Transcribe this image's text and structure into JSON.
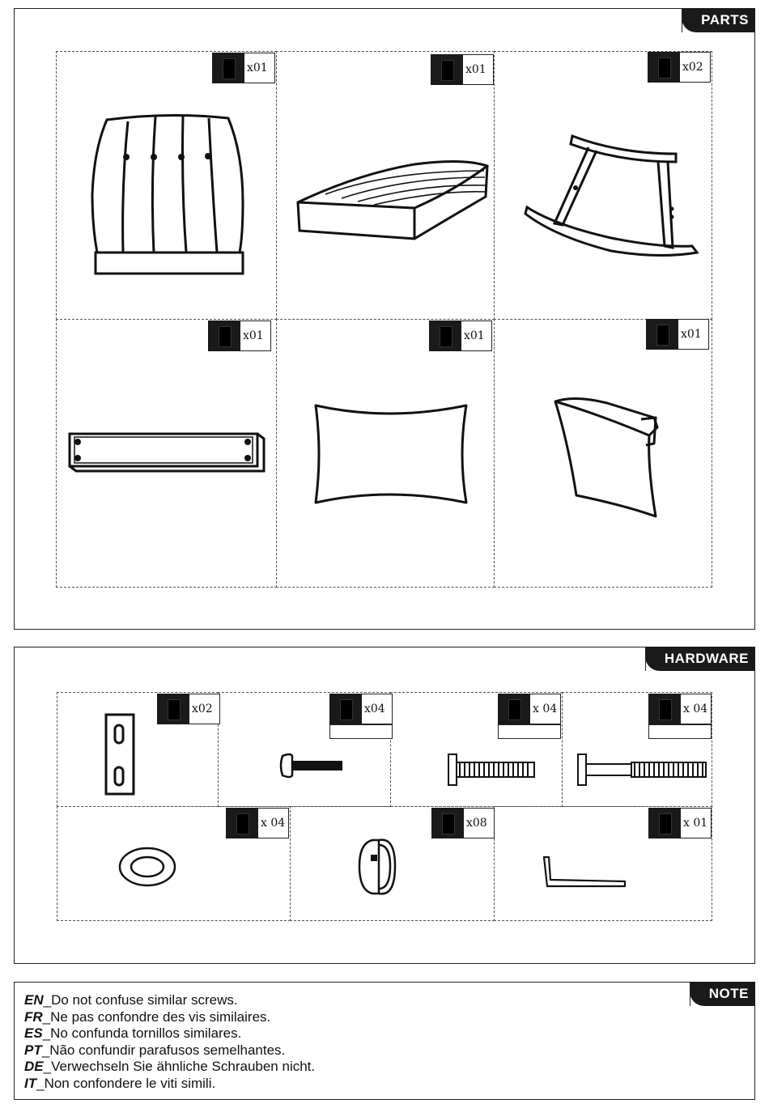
{
  "parts": {
    "title": "PARTS",
    "items": [
      {
        "qty": "x01",
        "icon": "back-cushion-icon"
      },
      {
        "qty": "x01",
        "icon": "seat-cushion-icon"
      },
      {
        "qty": "x02",
        "icon": "rocker-side-frame-icon"
      },
      {
        "qty": "x01",
        "icon": "crossbar-icon"
      },
      {
        "qty": "x01",
        "icon": "pillow-icon"
      },
      {
        "qty": "x01",
        "icon": "backrest-cover-icon"
      }
    ]
  },
  "hardware": {
    "title": "HARDWARE",
    "items": [
      {
        "qty": "x02",
        "icon": "connecting-plate-icon"
      },
      {
        "qty": "x04",
        "icon": "short-bolt-icon"
      },
      {
        "qty": "x 04",
        "icon": "medium-bolt-icon"
      },
      {
        "qty": "x 04",
        "icon": "long-bolt-icon"
      },
      {
        "qty": "x 04",
        "icon": "washer-icon"
      },
      {
        "qty": "x08",
        "icon": "cap-icon"
      },
      {
        "qty": "x 01",
        "icon": "allen-key-icon"
      }
    ]
  },
  "note": {
    "title": "NOTE",
    "lines": [
      {
        "code": "EN",
        "text": "_Do not confuse similar screws."
      },
      {
        "code": "FR",
        "text": "_Ne pas confondre des vis similaires."
      },
      {
        "code": "ES",
        "text": "_No confunda tornillos similares."
      },
      {
        "code": "PT",
        "text": "_Não confundir parafusos semelhantes."
      },
      {
        "code": "DE",
        "text": "_Verwechseln Sie ähnliche Schrauben nicht."
      },
      {
        "code": "IT",
        "text": "_Non confondere le viti simili."
      }
    ]
  }
}
